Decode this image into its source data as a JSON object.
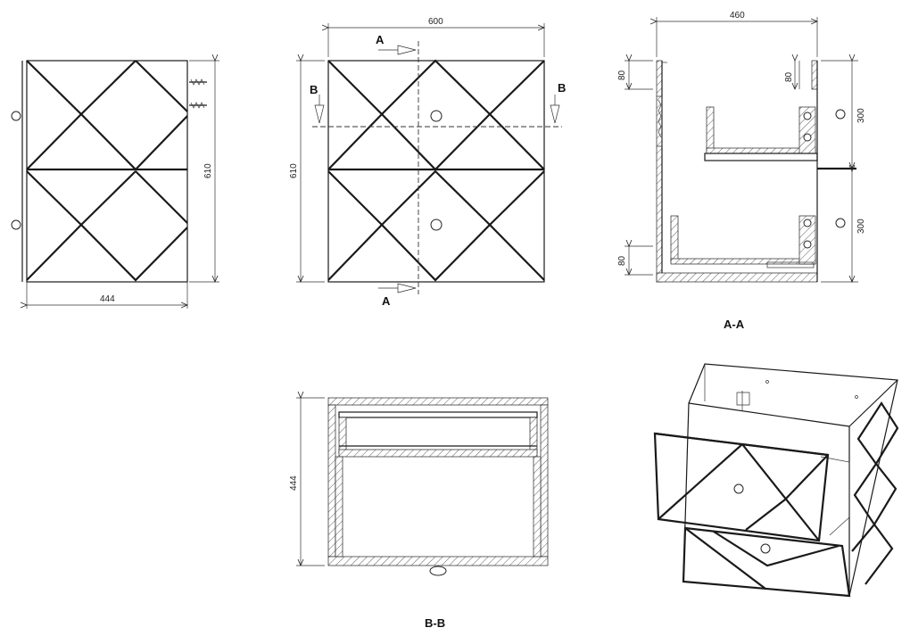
{
  "dimensions": {
    "side_depth": "444",
    "side_height": "610",
    "front_width": "600",
    "front_height": "610",
    "section_depth": "460",
    "top_offset": "80",
    "bottom_offset": "80",
    "upper_drawer": "300",
    "lower_drawer": "300",
    "top_inner_offset": "80",
    "plan_depth": "444"
  },
  "section_markers": {
    "a": "A",
    "b": "B"
  },
  "section_titles": {
    "aa": "A-A",
    "bb": "B-B"
  }
}
